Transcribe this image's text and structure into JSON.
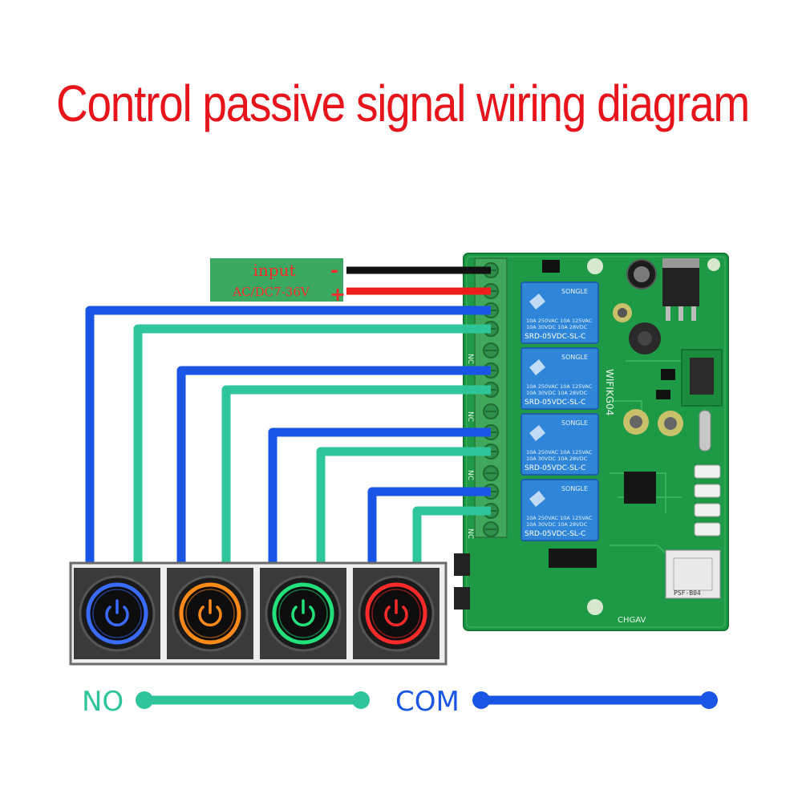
{
  "title": "Control passive signal wiring diagram",
  "power_input": {
    "line1": "input",
    "line2": "AC/DC7-36V",
    "minus": "-",
    "plus": "+"
  },
  "relay_labels": [
    "SONGLE",
    "SRD-05VDC-SL-C"
  ],
  "relay_ratings": [
    "10A 250VAC  10A 125VAC",
    "10A 30VDC  10A 28VDC"
  ],
  "board_marks": {
    "vertical": "WIFIKG04",
    "bottom": "CHGAV",
    "module": "PSF-B04"
  },
  "terminal_marks": [
    "NC",
    "NC",
    "NC",
    "NC"
  ],
  "legend": {
    "no_label": "NO",
    "com_label": "COM"
  },
  "colors": {
    "title": "#e8141c",
    "no_wire": "#2ec59a",
    "com_wire": "#1a55e6",
    "pcb": "#1e9a46",
    "terminal": "#3fa85a",
    "relay": "#2f86d8",
    "power_label_bg": "#3aa861"
  },
  "buttons": [
    {
      "name": "blue-power-button",
      "ring": "#3a6bff"
    },
    {
      "name": "orange-power-button",
      "ring": "#ff8a1a"
    },
    {
      "name": "green-power-button",
      "ring": "#22e07a"
    },
    {
      "name": "red-power-button",
      "ring": "#ff2a2a"
    }
  ]
}
